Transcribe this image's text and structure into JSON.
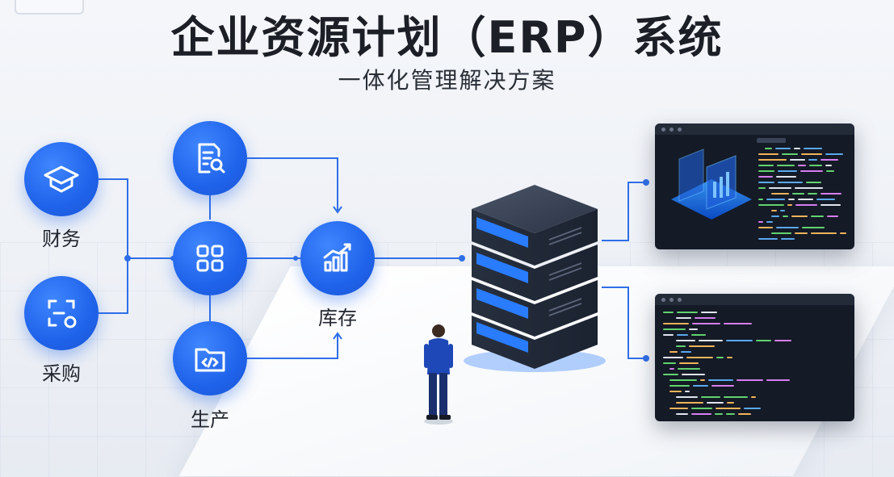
{
  "header": {
    "title": "企业资源计划（ERP）系统",
    "subtitle": "一体化管理解决方案"
  },
  "nodes": {
    "finance": {
      "label": "财务",
      "icon": "graduation-cap-icon"
    },
    "purchasing": {
      "label": "采购",
      "icon": "scan-frame-icon"
    },
    "document": {
      "icon": "document-search-icon"
    },
    "hub": {
      "icon": "grid-apps-icon"
    },
    "production": {
      "label": "生产",
      "icon": "folder-code-icon"
    },
    "inventory": {
      "label": "库存",
      "icon": "bar-chart-trend-icon"
    }
  },
  "colors": {
    "accent": "#1f63ea",
    "line": "#2f6fe8",
    "server_body": "#2b3445",
    "server_glow": "#2a7cff",
    "panel_bg": "#141a26"
  }
}
